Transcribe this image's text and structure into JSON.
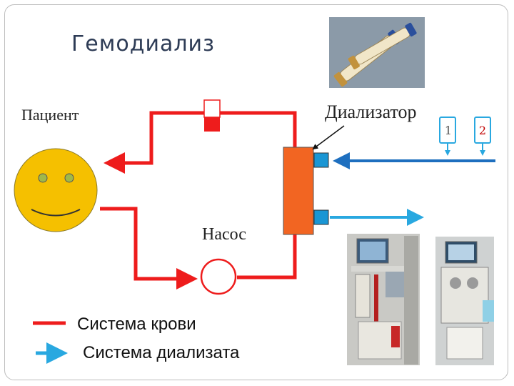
{
  "title": "Гемодиализ",
  "labels": {
    "patient": "Пациент",
    "dialyzer": "Диализатор",
    "pump": "Насос",
    "sensor_1": "1",
    "sensor_2": "2"
  },
  "legend": {
    "blood_system": "Система  крови",
    "dialysate_system": "Система диализата"
  },
  "colors": {
    "blood_line": "#ee1c1c",
    "dialysate_line": "#1e6fbf",
    "dialysate_outflow": "#29a8e0",
    "dialyzer_body": "#f26522",
    "port": "#1a96d4",
    "face": "#f5c000",
    "sensor_border": "#29a8e0"
  },
  "icons": [
    "smiley-face-icon",
    "pump-icon",
    "air-trap-icon",
    "dialyzer-icon",
    "dialyzer-photo-icon",
    "dialysis-machine-photo-icon"
  ]
}
